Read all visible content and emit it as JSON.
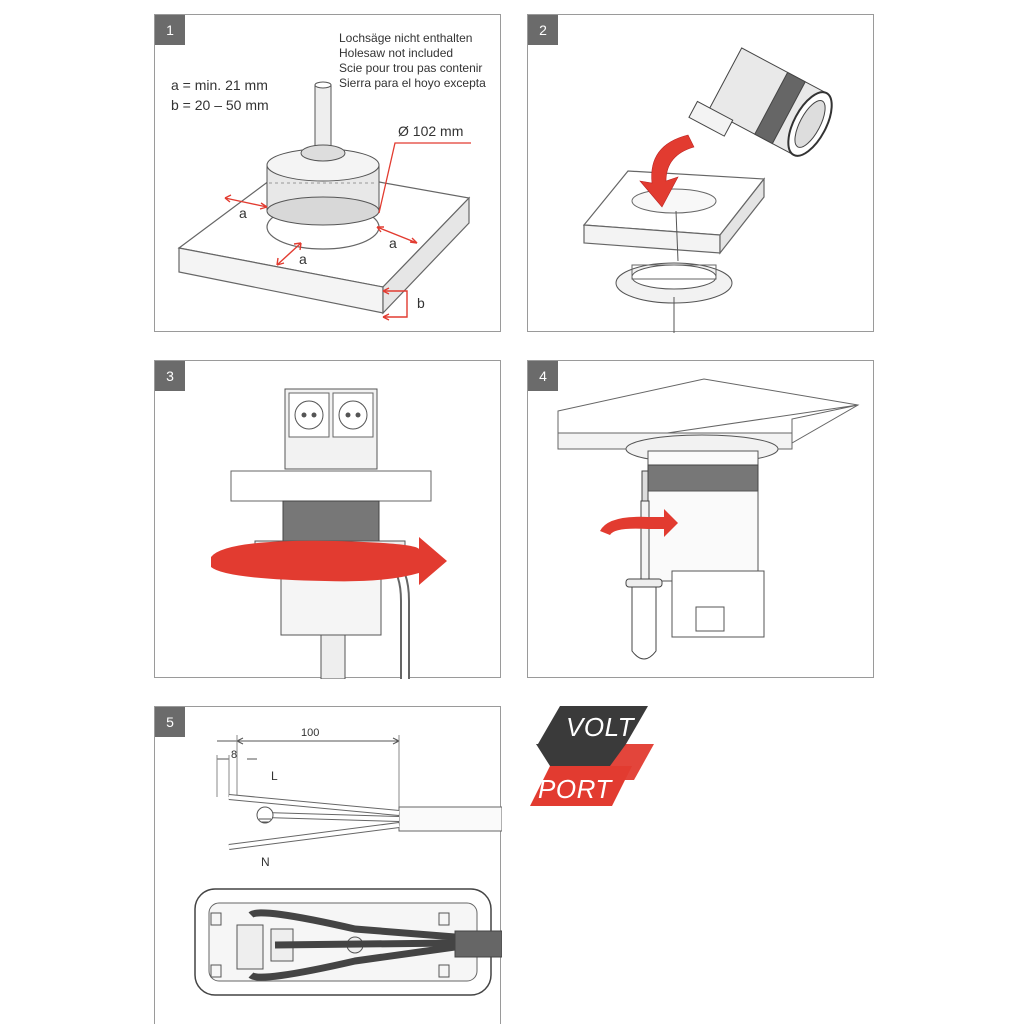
{
  "steps": [
    {
      "number": "1"
    },
    {
      "number": "2"
    },
    {
      "number": "3"
    },
    {
      "number": "4"
    },
    {
      "number": "5"
    }
  ],
  "step1": {
    "holesaw_note": [
      "Lochsäge nicht enthalten",
      "Holesaw not included",
      "Scie pour trou pas contenir",
      "Sierra para el hoyo excepta"
    ],
    "dim_a": "a = min. 21 mm",
    "dim_b": "b = 20 – 50 mm",
    "diameter": "Ø 102 mm",
    "label_a": "a",
    "label_b": "b"
  },
  "step5": {
    "dim_100": "100",
    "dim_8": "8",
    "label_L": "L",
    "label_N": "N"
  },
  "logo": {
    "top_text": "VOLT",
    "bottom_text": "PORT",
    "colors": {
      "dark": "#3a3a3a",
      "red": "#e23b30"
    }
  },
  "colors": {
    "arrow_red": "#e23b30",
    "line": "#5a5a5a",
    "border": "#9a9a9a"
  }
}
